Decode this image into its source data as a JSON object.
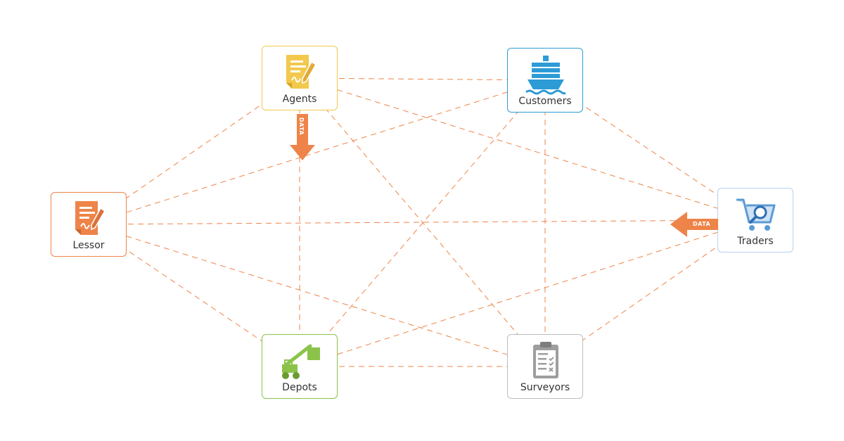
{
  "nodes": {
    "agents": {
      "label": "Agents",
      "color": "#f2c94c",
      "icon": "signed-document-icon"
    },
    "customers": {
      "label": "Customers",
      "color": "#2d9bd6",
      "icon": "cargo-ship-icon"
    },
    "lessor": {
      "label": "Lessor",
      "color": "#ee8449",
      "icon": "signed-document-icon"
    },
    "traders": {
      "label": "Traders",
      "color": "#5b9bd5",
      "icon": "shopping-cart-search-icon"
    },
    "depots": {
      "label": "Depots",
      "color": "#8bc34a",
      "icon": "container-handler-icon"
    },
    "surveyors": {
      "label": "Surveyors",
      "color": "#9e9e9e",
      "icon": "checklist-clipboard-icon"
    }
  },
  "connections": [
    [
      "agents",
      "customers"
    ],
    [
      "agents",
      "lessor"
    ],
    [
      "agents",
      "depots"
    ],
    [
      "agents",
      "traders"
    ],
    [
      "agents",
      "surveyors"
    ],
    [
      "customers",
      "lessor"
    ],
    [
      "customers",
      "depots"
    ],
    [
      "customers",
      "traders"
    ],
    [
      "customers",
      "surveyors"
    ],
    [
      "lessor",
      "traders"
    ],
    [
      "lessor",
      "depots"
    ],
    [
      "lessor",
      "surveyors"
    ],
    [
      "traders",
      "depots"
    ],
    [
      "traders",
      "surveyors"
    ],
    [
      "depots",
      "surveyors"
    ]
  ],
  "flows": {
    "agents_flow": {
      "label": "DATA",
      "color": "#ee8449"
    },
    "traders_flow": {
      "label": "DATA",
      "color": "#ee8449"
    }
  },
  "line_color": "#ee8449"
}
